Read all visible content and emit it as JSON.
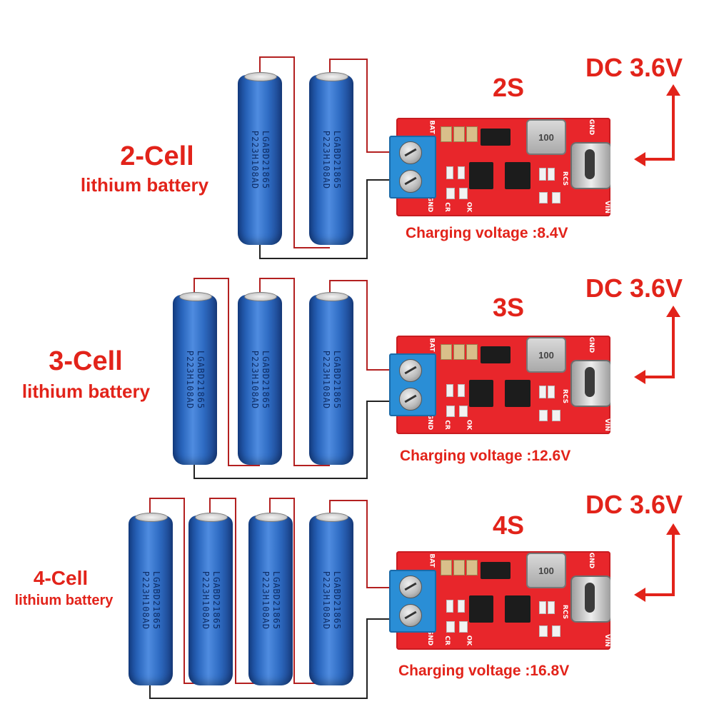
{
  "rows": [
    {
      "series": "2S",
      "title": "2-Cell",
      "subtitle": "lithium battery",
      "dc": "DC 3.6V",
      "charging": "Charging voltage :8.4V",
      "cell_print": [
        "LGABD21865",
        "P223H108AD"
      ],
      "inductor": "100"
    },
    {
      "series": "3S",
      "title": "3-Cell",
      "subtitle": "lithium battery",
      "dc": "DC 3.6V",
      "charging": "Charging voltage :12.6V",
      "cell_print": [
        "LGABD21865",
        "P223H108AD"
      ],
      "inductor": "100"
    },
    {
      "series": "4S",
      "title": "4-Cell",
      "subtitle": "lithium battery",
      "dc": "DC 3.6V",
      "charging": "Charging voltage :16.8V",
      "cell_print": [
        "LGABD21865",
        "P223H108AD"
      ],
      "inductor": "100"
    }
  ],
  "board_silk": {
    "bat": "BAT",
    "gnd_top": "GND",
    "gnd_bottom": "GND",
    "vin": "VIN",
    "cr": "CR",
    "ok": "OK",
    "rcs": "RCS"
  },
  "colors": {
    "text_red": "#e2231a",
    "wire": "#b32020",
    "neg_wire": "#222222",
    "pcb": "#e8262b",
    "cell_blue": "#2a66bd",
    "terminal_blue": "#2a8ed6"
  }
}
